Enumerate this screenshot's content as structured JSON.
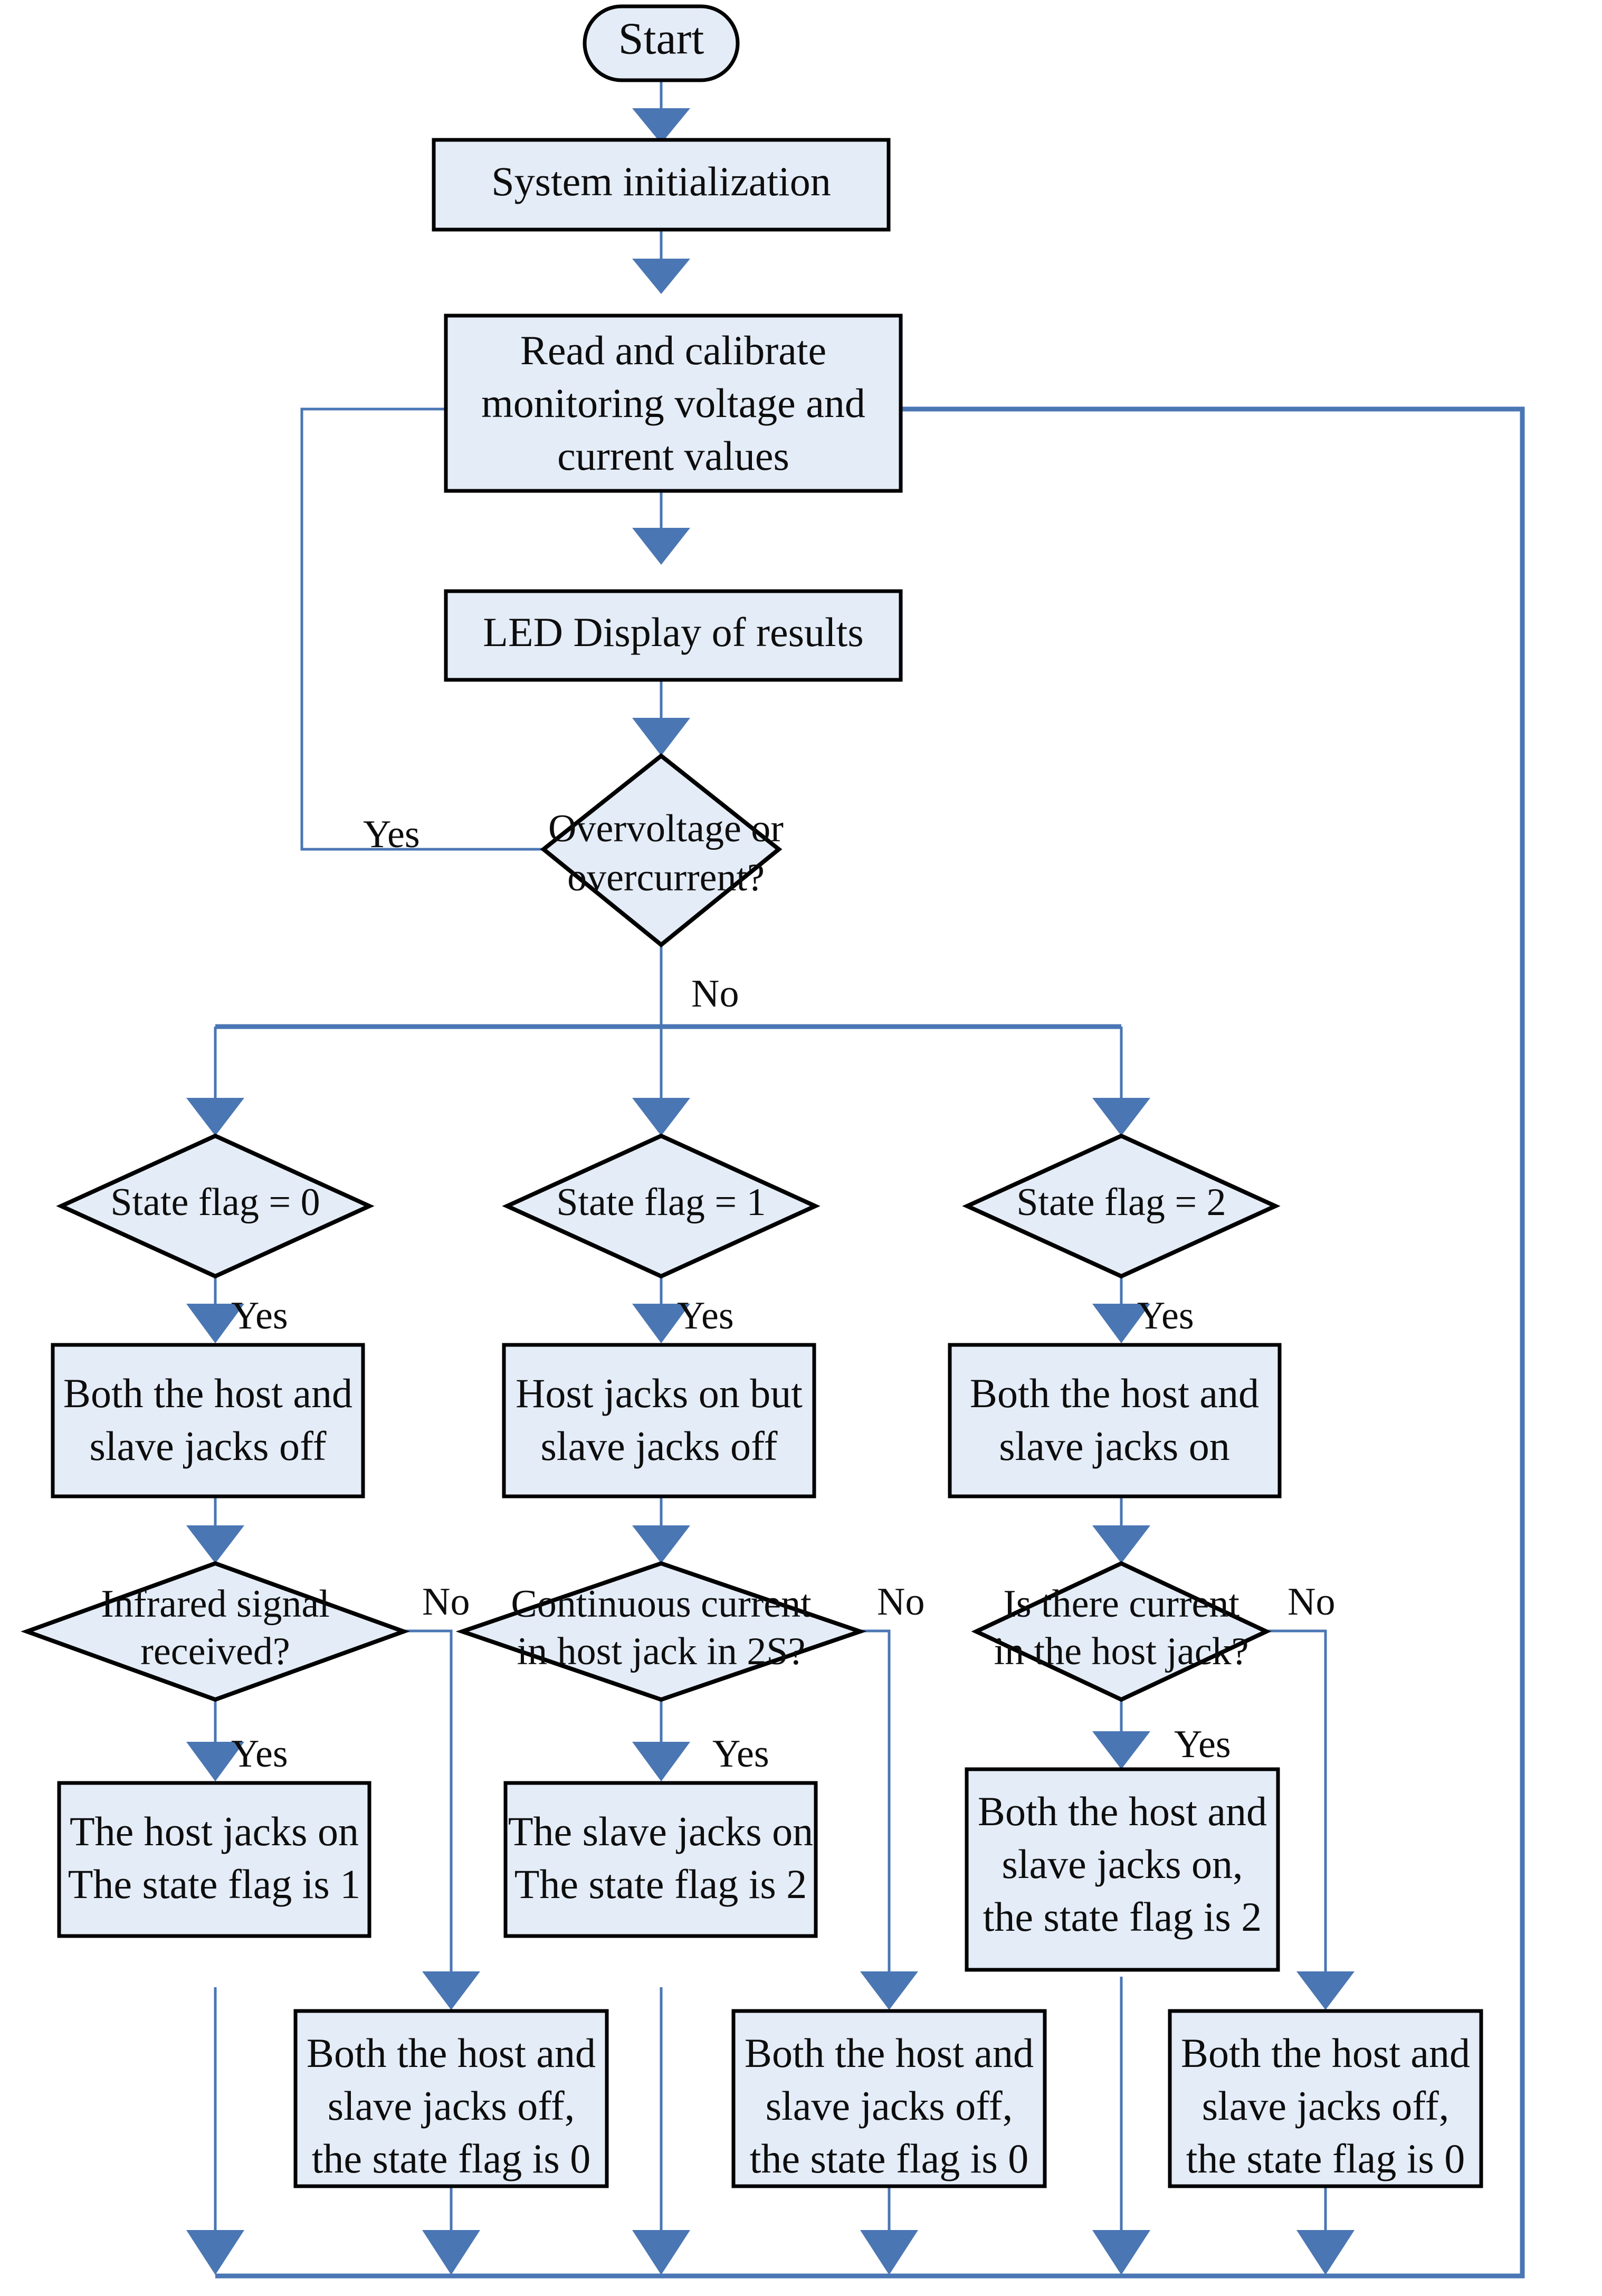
{
  "diagram": {
    "title": "Device control flowchart",
    "colors": {
      "node_fill": "#e4ecf7",
      "node_stroke": "#000000",
      "connector": "#4a76b4",
      "background": "#ffffff",
      "text": "#0d0d0d"
    }
  },
  "nodes": {
    "start": {
      "type": "terminator",
      "text": "Start"
    },
    "system_init": {
      "type": "process",
      "line1": "System initialization"
    },
    "read_calibrate": {
      "type": "process",
      "line1": "Read and calibrate",
      "line2": "monitoring voltage and",
      "line3": "current values"
    },
    "led_display": {
      "type": "process",
      "line1": "LED Display of results"
    },
    "over_check": {
      "type": "decision",
      "line1": "Overvoltage or",
      "line2": "overcurrent?"
    },
    "state_flag_0": {
      "type": "decision",
      "line1": "State flag = 0"
    },
    "state_flag_1": {
      "type": "decision",
      "line1": "State flag = 1"
    },
    "state_flag_2": {
      "type": "decision",
      "line1": "State flag = 2"
    },
    "both_off": {
      "type": "process",
      "line1": "Both the host and",
      "line2": "slave jacks off"
    },
    "host_on_slave_off": {
      "type": "process",
      "line1": "Host jacks on but",
      "line2": "slave jacks off"
    },
    "both_on": {
      "type": "process",
      "line1": "Both the host and",
      "line2": "slave jacks on"
    },
    "infrared_check": {
      "type": "decision",
      "line1": "Infrared signal",
      "line2": "received?"
    },
    "continuous_check": {
      "type": "decision",
      "line1": "Continuous current",
      "line2": "in host jack in 2S?"
    },
    "current_check": {
      "type": "decision",
      "line1": "Is there current",
      "line2": "in the host jack?"
    },
    "host_on_flag1": {
      "type": "process",
      "line1": "The host jacks on",
      "line2": "The state flag is 1"
    },
    "slave_on_flag2": {
      "type": "process",
      "line1": "The slave jacks on",
      "line2": "The state flag is 2"
    },
    "both_on_flag2": {
      "type": "process",
      "line1": "Both the host and",
      "line2": "slave jacks on,",
      "line3": "the state flag is 2"
    },
    "both_off_flag0_a": {
      "type": "process",
      "line1": "Both the host and",
      "line2": "slave jacks off,",
      "line3": "the state flag is 0"
    },
    "both_off_flag0_b": {
      "type": "process",
      "line1": "Both the host and",
      "line2": "slave jacks off,",
      "line3": "the state flag is 0"
    },
    "both_off_flag0_c": {
      "type": "process",
      "line1": "Both the host and",
      "line2": "slave jacks off,",
      "line3": "the state flag is 0"
    }
  },
  "edge_labels": {
    "over_yes": "Yes",
    "over_no": "No",
    "flag0_yes": "Yes",
    "flag1_yes": "Yes",
    "flag2_yes": "Yes",
    "infrared_yes": "Yes",
    "infrared_no": "No",
    "continuous_yes": "Yes",
    "continuous_no": "No",
    "current_yes": "Yes",
    "current_no": "No"
  }
}
